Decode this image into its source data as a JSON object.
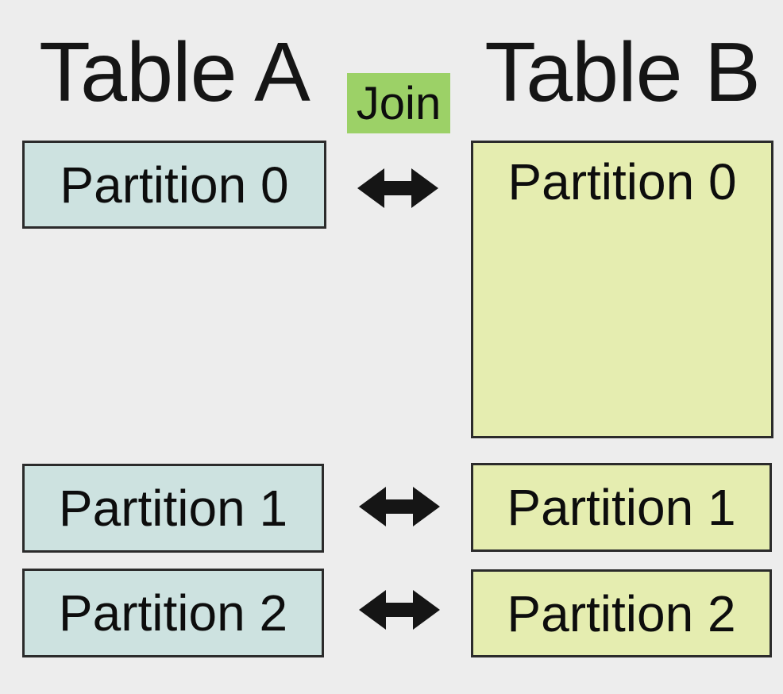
{
  "colors": {
    "bg": "#ededed",
    "line": "#2b2b2b",
    "ink": "#151515",
    "table-a-fill": "#cde2e0",
    "table-b-fill": "#e5edb0",
    "join-fill": "#9cd167"
  },
  "join": {
    "label": "Join"
  },
  "icons": {
    "join_arrow": "left-right-arrow"
  },
  "table_a": {
    "title": "Table A",
    "partitions": [
      "Partition 0",
      "Partition 1",
      "Partition 2"
    ]
  },
  "table_b": {
    "title": "Table B",
    "partitions": [
      "Partition 0",
      "Partition 1",
      "Partition 2"
    ]
  }
}
